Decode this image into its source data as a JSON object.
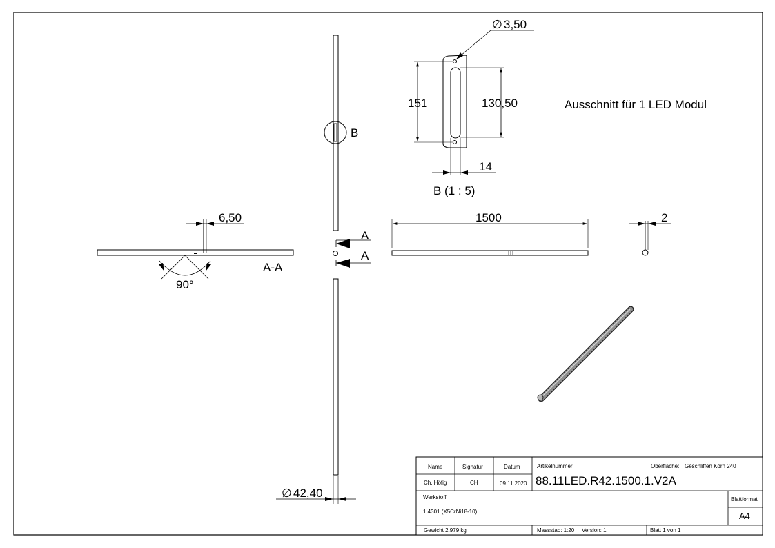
{
  "dimensions": {
    "hole_diameter": "3,50",
    "slot_height": "151",
    "slot_inner_height": "130,50",
    "slot_width": "14",
    "section_offset": "6,50",
    "length": "1500",
    "wall_thickness": "2",
    "angle": "90°",
    "tube_diameter": "42,40"
  },
  "labels": {
    "detail_marker": "B",
    "detail_caption": "B (1 : 5)",
    "section_arrow_top": "A",
    "section_arrow_bottom": "A",
    "section_label": "A-A",
    "cutout_note": "Ausschnitt für 1 LED Modul"
  },
  "title_block": {
    "name_header": "Name",
    "signature_header": "Signatur",
    "date_header": "Datum",
    "article_header": "Artikelnummer",
    "surface_label": "Oberfläche:",
    "surface_value": "Geschliffen Korn 240",
    "name_value": "Ch. Höfig",
    "signature_value": "CH",
    "date_value": "09.11.2020",
    "article_number": "88.11LED.R42.1500.1.V2A",
    "material_label": "Werkstoff:",
    "material_value": "1.4301 (X5CrNi18-10)",
    "sheet_format_label": "Blattformat",
    "sheet_format_value": "A4",
    "weight": "Gewicht 2.979 kg",
    "scale": "Massstab: 1:20",
    "version": "Version: 1",
    "sheet_number": "Blatt 1 von 1"
  }
}
